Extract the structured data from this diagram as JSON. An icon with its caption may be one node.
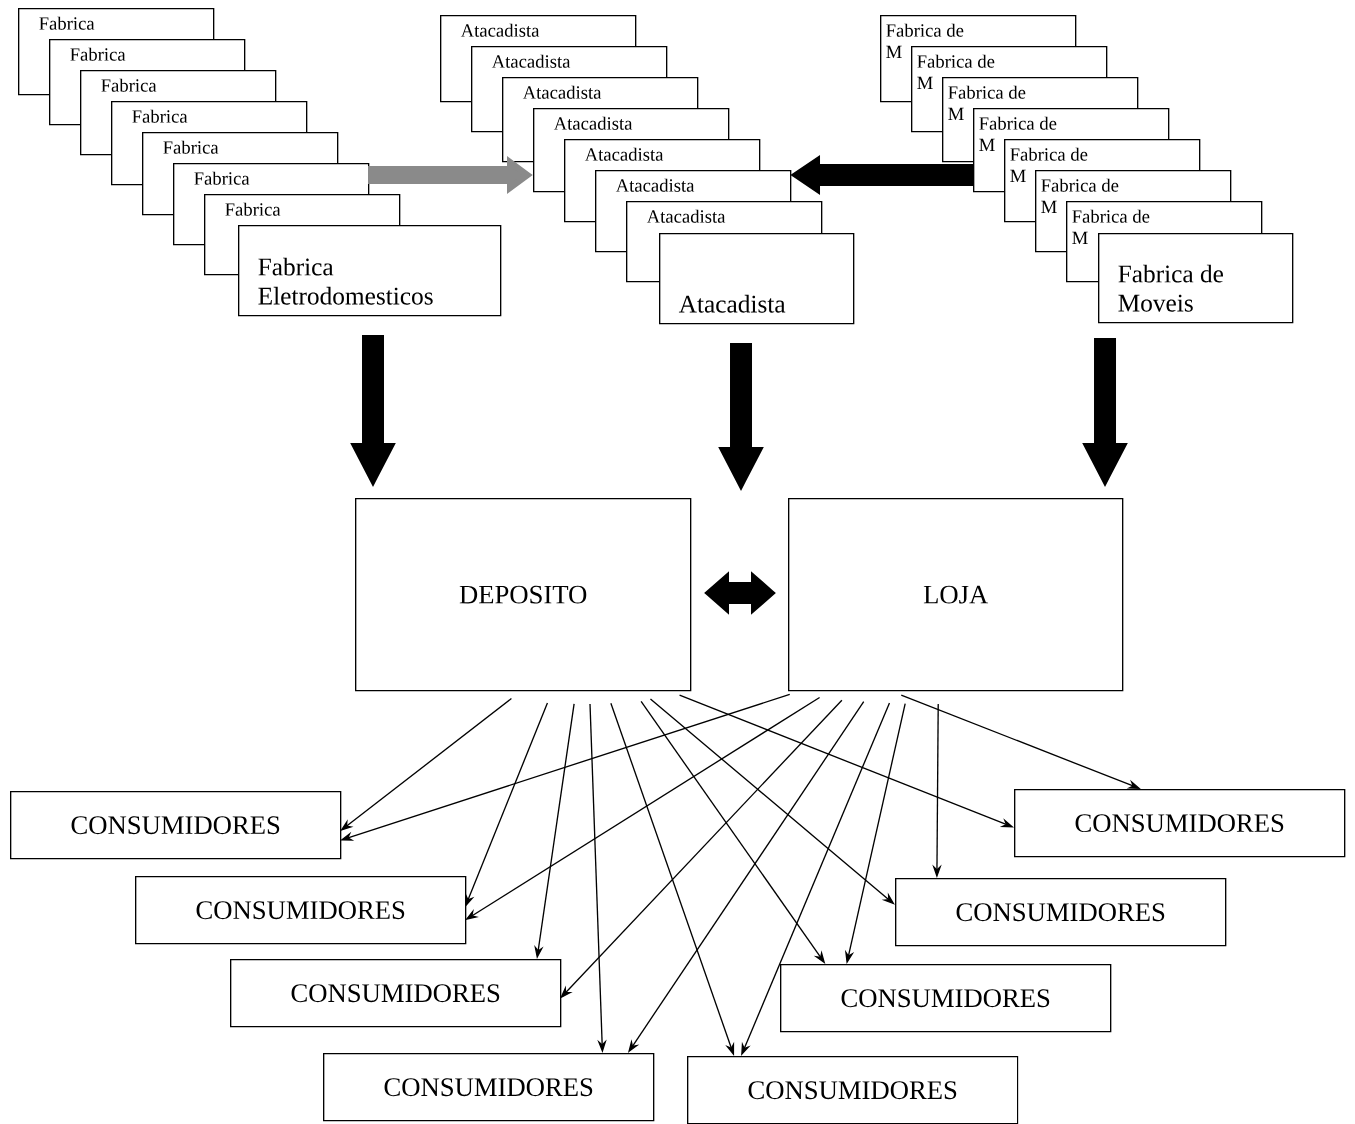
{
  "diagram": {
    "nodes": [
      {
        "text": [
          "Fabrica"
        ]
      },
      {
        "text": [
          "Fabrica"
        ]
      },
      {
        "text": [
          "Fabrica"
        ]
      },
      {
        "text": [
          "Fabrica"
        ]
      },
      {
        "text": [
          "Fabrica"
        ]
      },
      {
        "text": [
          "Fabrica"
        ]
      },
      {
        "text": [
          "Fabrica"
        ]
      },
      {
        "text": [
          "Fabrica Eletrodomesticos"
        ]
      },
      {
        "text": [
          "Atacadista"
        ]
      },
      {
        "text": [
          "Atacadista"
        ]
      },
      {
        "text": [
          "Atacadista"
        ]
      },
      {
        "text": [
          "Atacadista"
        ]
      },
      {
        "text": [
          "Atacadista"
        ]
      },
      {
        "text": [
          "Atacadista"
        ]
      },
      {
        "text": [
          "Atacadista"
        ]
      },
      {
        "text": [
          "Atacadista"
        ]
      },
      {
        "text": [
          "Fabrica de M"
        ]
      },
      {
        "text": [
          "Fabrica de M"
        ]
      },
      {
        "text": [
          "Fabrica de M"
        ]
      },
      {
        "text": [
          "Fabrica de M"
        ]
      },
      {
        "text": [
          "Fabrica de M"
        ]
      },
      {
        "text": [
          "Fabrica de M"
        ]
      },
      {
        "text": [
          "Fabrica de M"
        ]
      },
      {
        "text": [
          "Fabrica de Moveis"
        ]
      },
      {
        "text": [
          "DEPOSITO"
        ]
      },
      {
        "text": [
          "LOJA"
        ]
      },
      {
        "text": [
          "CONSUMIDORES"
        ]
      },
      {
        "text": [
          "CONSUMIDORES"
        ]
      },
      {
        "text": [
          "CONSUMIDORES"
        ]
      },
      {
        "text": [
          "CONSUMIDORES"
        ]
      },
      {
        "text": [
          "CONSUMIDORES"
        ]
      },
      {
        "text": [
          "CONSUMIDORES"
        ]
      },
      {
        "text": [
          "CONSUMIDORES"
        ]
      },
      {
        "text": [
          "CONSUMIDORES"
        ]
      }
    ],
    "edges": [
      {
        "from": 5,
        "to": 11,
        "arrow": "to",
        "style": "thick",
        "color": "#8a8a8a"
      },
      {
        "from": 19,
        "to": 13,
        "arrow": "to",
        "style": "thick"
      },
      {
        "from": 7,
        "to": 24,
        "arrow": "to",
        "style": "thick"
      },
      {
        "from": 15,
        "to": null,
        "arrow": "to",
        "style": "thick"
      },
      {
        "from": 23,
        "to": 25,
        "arrow": "to",
        "style": "thick"
      },
      {
        "from": 24,
        "to": 25,
        "arrow": "both",
        "style": "thick"
      },
      {
        "from": 24,
        "to": 26,
        "arrow": "to"
      },
      {
        "from": 25,
        "to": 26,
        "arrow": "to"
      },
      {
        "from": 24,
        "to": 27,
        "arrow": "to"
      },
      {
        "from": 25,
        "to": 27,
        "arrow": "to"
      },
      {
        "from": 24,
        "to": 28,
        "arrow": "to"
      },
      {
        "from": 25,
        "to": 28,
        "arrow": "to"
      },
      {
        "from": 24,
        "to": 29,
        "arrow": "to"
      },
      {
        "from": 25,
        "to": 29,
        "arrow": "to"
      },
      {
        "from": 24,
        "to": 30,
        "arrow": "to"
      },
      {
        "from": 25,
        "to": 30,
        "arrow": "to"
      },
      {
        "from": 24,
        "to": 31,
        "arrow": "to"
      },
      {
        "from": 25,
        "to": 31,
        "arrow": "to"
      },
      {
        "from": 24,
        "to": 32,
        "arrow": "to"
      },
      {
        "from": 25,
        "to": 32,
        "arrow": "to"
      },
      {
        "from": 24,
        "to": 33,
        "arrow": "to"
      },
      {
        "from": 25,
        "to": 33,
        "arrow": "to"
      }
    ]
  }
}
